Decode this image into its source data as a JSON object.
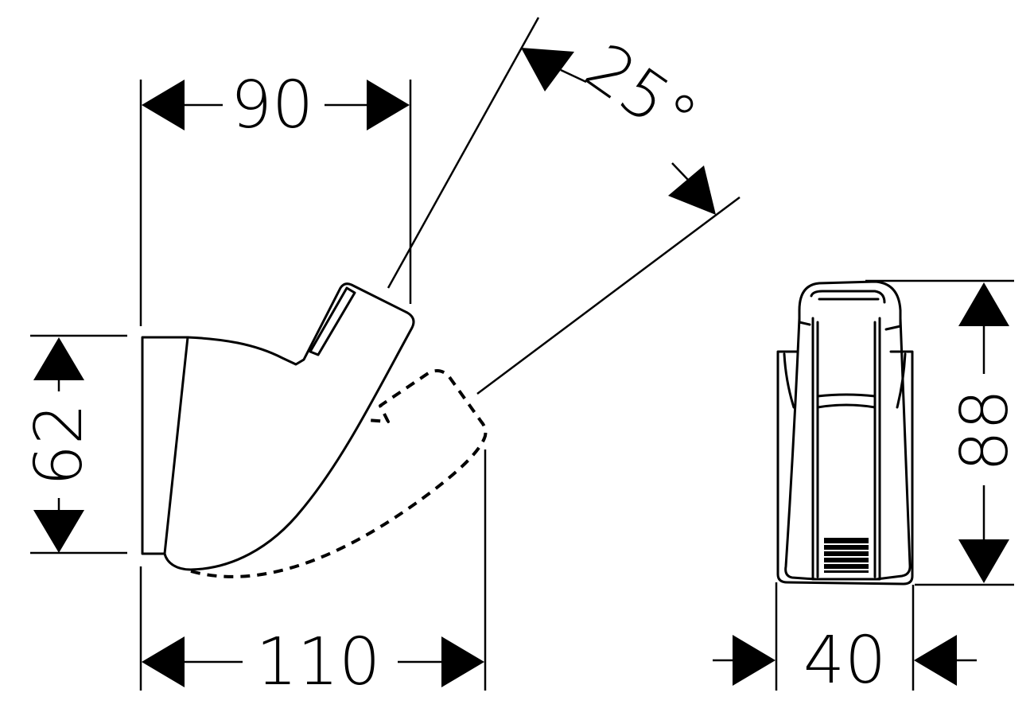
{
  "dimensions": {
    "top_width": "90",
    "angle": "25°",
    "height_left": "62",
    "bottom_width": "110",
    "height_right": "88",
    "side_width": "40"
  }
}
